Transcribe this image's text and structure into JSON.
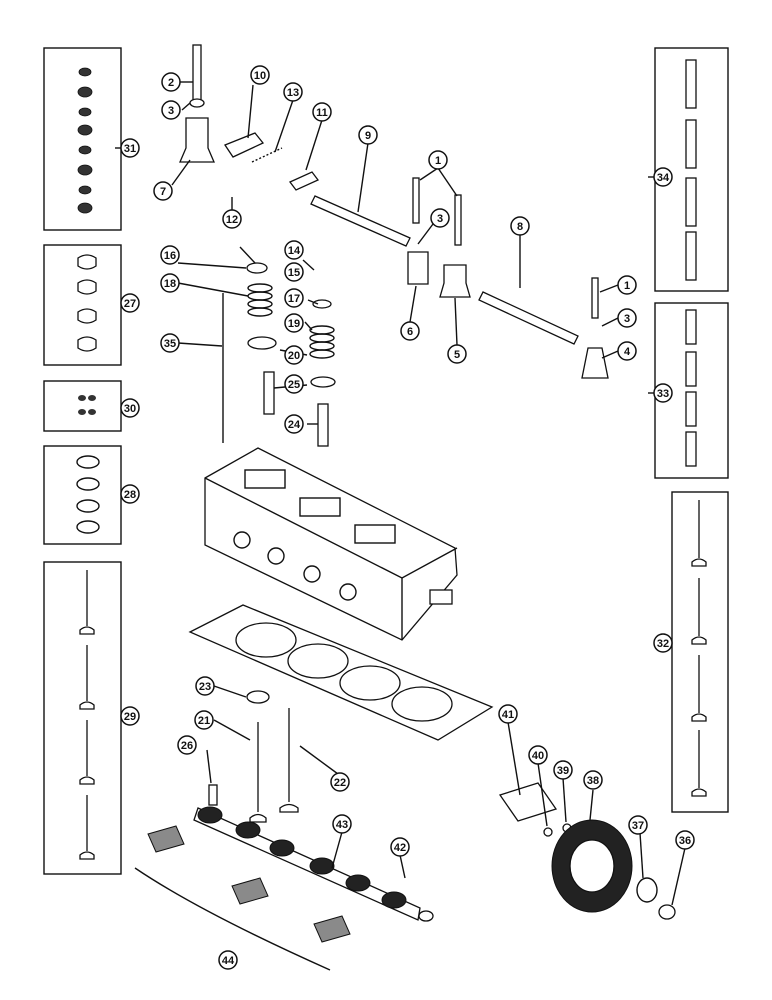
{
  "callouts": [
    {
      "id": "c1a",
      "num": "1"
    },
    {
      "id": "c1b",
      "num": "1"
    },
    {
      "id": "c2",
      "num": "2"
    },
    {
      "id": "c3a",
      "num": "3"
    },
    {
      "id": "c3b",
      "num": "3"
    },
    {
      "id": "c3c",
      "num": "3"
    },
    {
      "id": "c4",
      "num": "4"
    },
    {
      "id": "c5",
      "num": "5"
    },
    {
      "id": "c6",
      "num": "6"
    },
    {
      "id": "c7",
      "num": "7"
    },
    {
      "id": "c8",
      "num": "8"
    },
    {
      "id": "c9",
      "num": "9"
    },
    {
      "id": "c10",
      "num": "10"
    },
    {
      "id": "c11",
      "num": "11"
    },
    {
      "id": "c12",
      "num": "12"
    },
    {
      "id": "c13",
      "num": "13"
    },
    {
      "id": "c14",
      "num": "14"
    },
    {
      "id": "c15",
      "num": "15"
    },
    {
      "id": "c16",
      "num": "16"
    },
    {
      "id": "c17",
      "num": "17"
    },
    {
      "id": "c18",
      "num": "18"
    },
    {
      "id": "c19",
      "num": "19"
    },
    {
      "id": "c20",
      "num": "20"
    },
    {
      "id": "c21",
      "num": "21"
    },
    {
      "id": "c22",
      "num": "22"
    },
    {
      "id": "c23",
      "num": "23"
    },
    {
      "id": "c24",
      "num": "24"
    },
    {
      "id": "c25",
      "num": "25"
    },
    {
      "id": "c26",
      "num": "26"
    },
    {
      "id": "c27",
      "num": "27"
    },
    {
      "id": "c28",
      "num": "28"
    },
    {
      "id": "c29",
      "num": "29"
    },
    {
      "id": "c30",
      "num": "30"
    },
    {
      "id": "c31",
      "num": "31"
    },
    {
      "id": "c32",
      "num": "32"
    },
    {
      "id": "c33",
      "num": "33"
    },
    {
      "id": "c34",
      "num": "34"
    },
    {
      "id": "c35",
      "num": "35"
    },
    {
      "id": "c36",
      "num": "36"
    },
    {
      "id": "c37",
      "num": "37"
    },
    {
      "id": "c38",
      "num": "38"
    },
    {
      "id": "c39",
      "num": "39"
    },
    {
      "id": "c40",
      "num": "40"
    },
    {
      "id": "c41",
      "num": "41"
    },
    {
      "id": "c42",
      "num": "42"
    },
    {
      "id": "c43",
      "num": "43"
    },
    {
      "id": "c44",
      "num": "44"
    }
  ],
  "colors": {
    "ink": "#111111",
    "paper": "#ffffff"
  }
}
